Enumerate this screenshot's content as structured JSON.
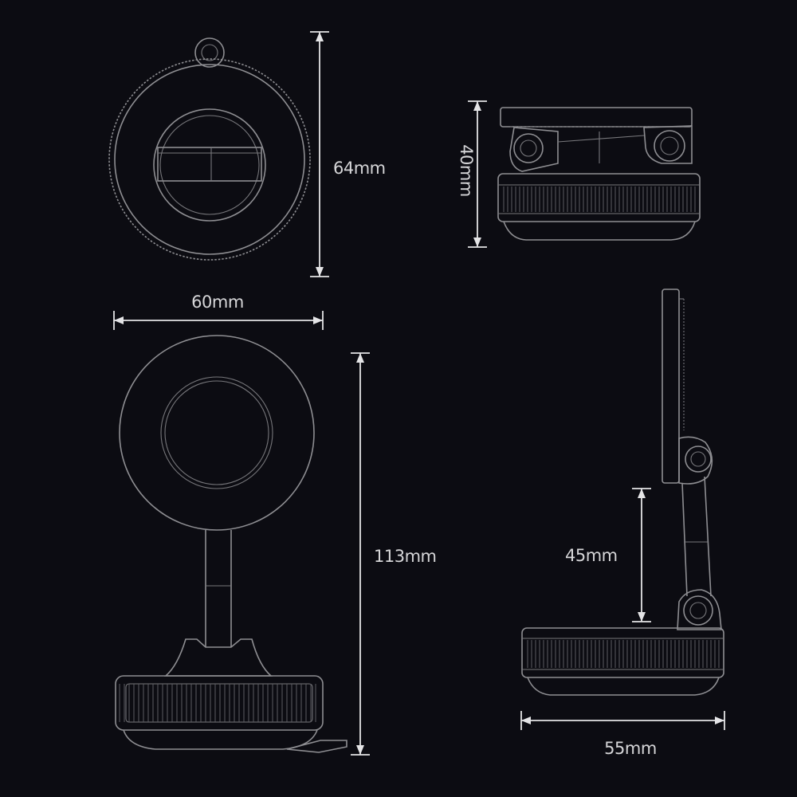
{
  "colors": {
    "background": "#0c0c12",
    "outline": "#8e8e92",
    "dimension": "#e4e4e6",
    "text": "#d6d6d8"
  },
  "dimensions": {
    "top_diameter": "64mm",
    "top_width": "60mm",
    "side_height": "40mm",
    "front_height": "113mm",
    "arm_length": "45mm",
    "base_depth": "55mm"
  }
}
